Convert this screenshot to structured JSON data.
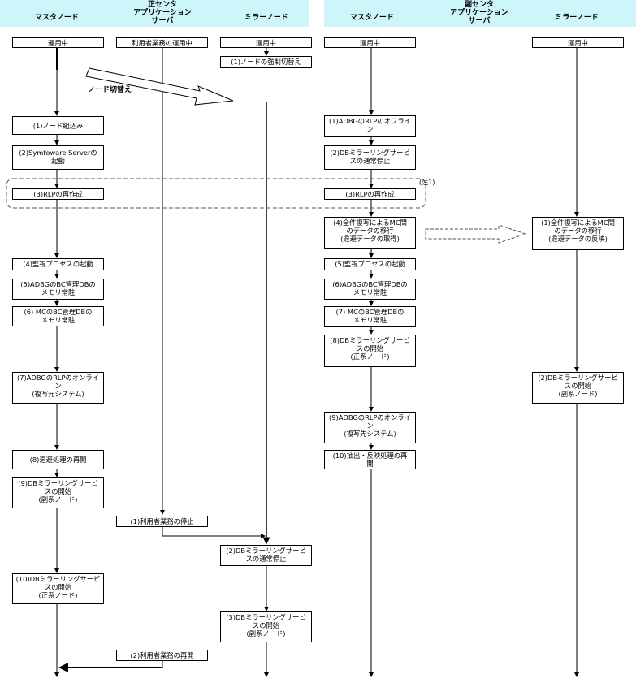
{
  "headers": {
    "primary_master": "マスタノード",
    "primary_center": "正センタ\nアプリケーション\nサーバ",
    "primary_mirror": "ミラーノード",
    "secondary_master": "マスタノード",
    "secondary_center": "副センタ\nアプリケーション\nサーバ",
    "secondary_mirror": "ミラーノード"
  },
  "switch_label": "ノード切替え",
  "note_label": "(注1)",
  "boxes": {
    "pm_running": "運用中",
    "pm_1": "(1)ノード組込み",
    "pm_2": "(2)Symfoware Serverの\n起動",
    "pm_3": "(3)RLPの再作成",
    "pm_4": "(4)監視プロセスの起動",
    "pm_5": "(5)ADBGのBC管理DBの\nメモリ常駐",
    "pm_6": "(6) MCのBC管理DBの\nメモリ常駐",
    "pm_7": "(7)ADBGのRLPのオンライ\nン\n(複写元システム)",
    "pm_8": "(8)退避処理の再開",
    "pm_9": "(9)DBミラーリングサービ\nスの開始\n(副系ノード)",
    "pm_10": "(10)DBミラーリングサービ\nスの開始\n(正系ノード)",
    "app_running": "利用者業務の運用中",
    "app_1": "(1)利用者業務の停止",
    "app_2": "(2)利用者業務の再開",
    "pmr_running": "運用中",
    "pmr_1": "(1)ノードの強制切替え",
    "pmr_2": "(2)DBミラーリングサービ\nスの通常停止",
    "pmr_3": "(3)DBミラーリングサービ\nスの開始\n(副系ノード)",
    "sm_running": "運用中",
    "sm_1": "(1)ADBGのRLPのオフライ\nン",
    "sm_2": "(2)DBミラーリングサービ\nスの通常停止",
    "sm_3": "(3)RLPの再作成",
    "sm_4": "(4)全件複写によるMC間\nのデータの移行\n(退避データの取得)",
    "sm_5": "(5)監視プロセスの起動",
    "sm_6": "(6)ADBGのBC管理DBの\nメモリ常駐",
    "sm_7": "(7) MCのBC管理DBの\nメモリ常駐",
    "sm_8": "(8)DBミラーリングサービ\nスの開始\n(正系ノード)",
    "sm_9": "(9)ADBGのRLPのオンライ\nン\n(複写先システム)",
    "sm_10": "(10)抽出・反映処理の再\n開",
    "smr_running": "運用中",
    "smr_1": "(1)全件複写によるMC間\nのデータの移行\n(退避データの反映)",
    "smr_2": "(2)DBミラーリングサービ\nスの開始\n(副系ノード)"
  }
}
